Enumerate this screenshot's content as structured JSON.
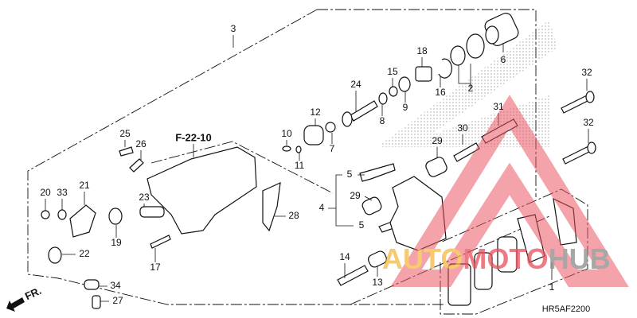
{
  "diagram": {
    "reference": "F-22-10",
    "code": "HR5AF2200",
    "front_label": "FR.",
    "callouts": [
      "3",
      "6",
      "18",
      "15",
      "2",
      "16",
      "9",
      "24",
      "8",
      "12",
      "32",
      "31",
      "30",
      "32",
      "10",
      "11",
      "7",
      "29",
      "25",
      "26",
      "5",
      "29",
      "4",
      "5",
      "20",
      "33",
      "21",
      "23",
      "28",
      "19",
      "22",
      "17",
      "14",
      "13",
      "1",
      "34",
      "27"
    ]
  },
  "watermark": {
    "part1": "AUTO",
    "part2": "MOTO",
    "part3": "HUB",
    "colors": {
      "auto": "#f5b942",
      "moto": "#e8505b",
      "hub": "#8a8a8a",
      "triangle": "#e8505b"
    }
  }
}
